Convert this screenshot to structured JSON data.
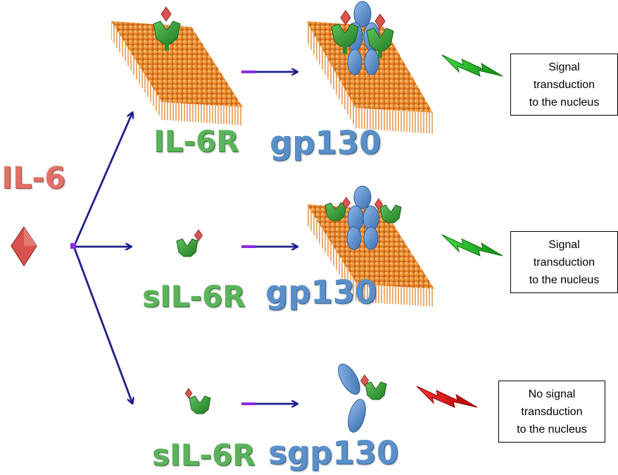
{
  "ligand": {
    "label": "IL-6"
  },
  "rows": [
    {
      "receptor_label": "IL-6R",
      "signal_label": "gp130",
      "result_lines": [
        "Signal",
        "transduction",
        "to the nucleus"
      ]
    },
    {
      "receptor_label": "sIL-6R",
      "signal_label": "gp130",
      "result_lines": [
        "Signal",
        "transduction",
        "to the nucleus"
      ]
    },
    {
      "receptor_label": "sIL-6R",
      "signal_label": "sgp130",
      "result_lines": [
        "No signal",
        "transduction",
        "to the nucleus"
      ]
    }
  ],
  "colors": {
    "il6": "#d9534f",
    "receptor": "#3d9a3d",
    "gp130": "#4a86c9",
    "membrane": "#e8892e",
    "arrow": "#1f1f7a",
    "signal_on": "#22b422",
    "signal_off": "#dd1111"
  },
  "icons": [
    "il6-diamond-icon",
    "receptor-icon",
    "gp130-icon",
    "membrane-icon",
    "lightning-icon"
  ]
}
